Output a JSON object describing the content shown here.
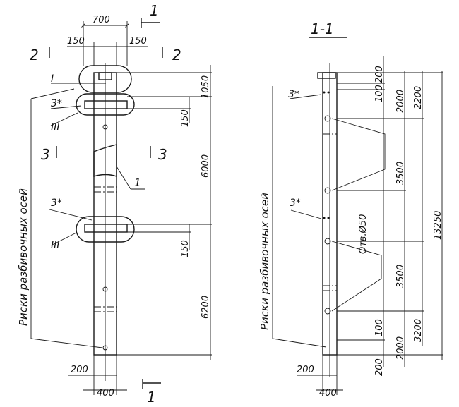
{
  "left": {
    "dim_700": "700",
    "dim_150a": "150",
    "dim_150b": "150",
    "section_1_top": "1",
    "section_1_bottom": "1",
    "section_2_left": "2",
    "section_2_right": "2",
    "section_3_left": "3",
    "section_3_right": "3",
    "label_I": "I",
    "label_3star_upper": "3*",
    "label_III_upper": "III",
    "label_3star_lower": "3*",
    "label_III_lower": "III",
    "label_1": "1",
    "axes_caption": "Риски разбивочных осей",
    "dim_1050": "1050",
    "dim_150c": "150",
    "dim_6000": "6000",
    "dim_150d": "150",
    "dim_6200": "6200",
    "dim_200": "200",
    "dim_400": "400"
  },
  "right": {
    "title": "1-1",
    "label_3star_upper": "3*",
    "label_3star_lower": "3*",
    "axes_caption": "Риски разбивочных осей",
    "hole_note": "Отв.Ø50",
    "dim_200_top": "200",
    "dim_100_top": "100",
    "dim_2000_top": "2000",
    "dim_2200": "2200",
    "dim_3500a": "3500",
    "dim_13250": "13250",
    "dim_3500b": "3500",
    "dim_3200": "3200",
    "dim_100_bottom": "100",
    "dim_2000_bottom": "2000",
    "dim_200_bottom": "200",
    "dim_200": "200",
    "dim_400": "400"
  }
}
